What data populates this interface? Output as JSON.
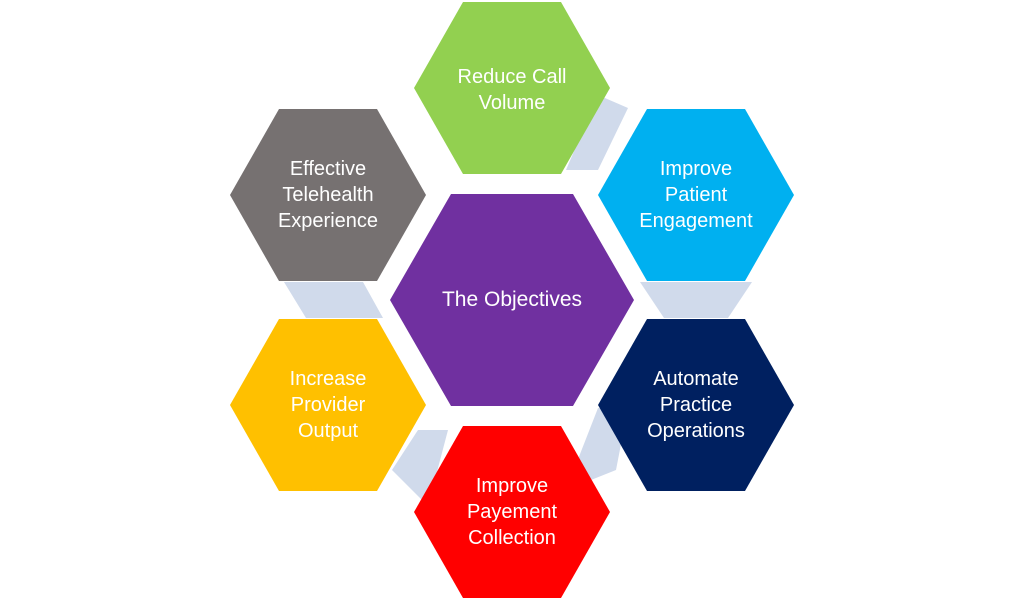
{
  "center": {
    "label": "The Objectives",
    "color": "#7030A0"
  },
  "connector_color": "#D0DAEB",
  "objectives": [
    {
      "id": "reduce-call-volume",
      "label": "Reduce Call\nVolume",
      "color": "#92D050"
    },
    {
      "id": "improve-patient-engagement",
      "label": "Improve\nPatient\nEngagement",
      "color": "#00B0F0"
    },
    {
      "id": "automate-practice-operations",
      "label": "Automate\nPractice\nOperations",
      "color": "#002060"
    },
    {
      "id": "improve-payement-collection",
      "label": "Improve\nPayement\nCollection",
      "color": "#FF0000"
    },
    {
      "id": "increase-provider-output",
      "label": "Increase\nProvider\nOutput",
      "color": "#FFC000"
    },
    {
      "id": "effective-telehealth-experience",
      "label": "Effective\nTelehealth\nExperience",
      "color": "#767171"
    }
  ]
}
